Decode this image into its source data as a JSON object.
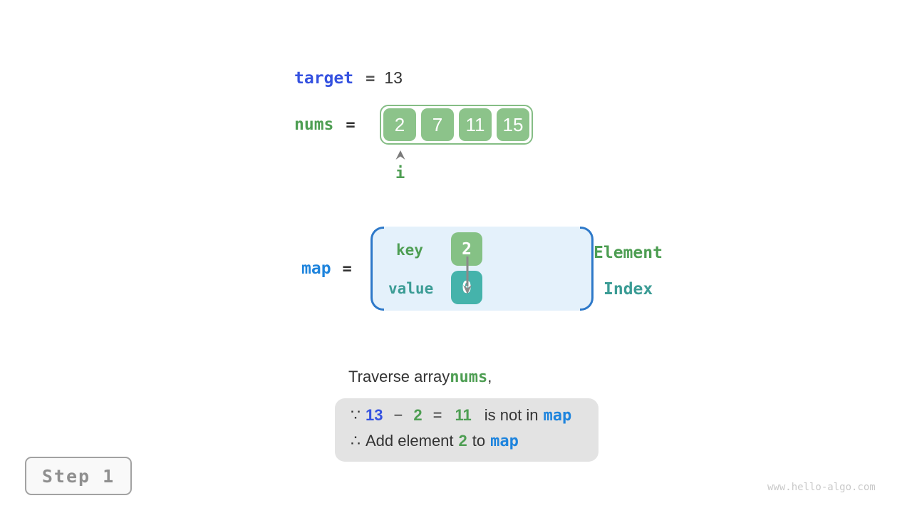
{
  "target_line": {
    "var": "target",
    "eq": "=",
    "value": "13"
  },
  "nums_line": {
    "var": "nums",
    "eq": "=",
    "cells": [
      "2",
      "7",
      "11",
      "15"
    ],
    "pointer": "i"
  },
  "map_line": {
    "var": "map",
    "eq": "=",
    "key_label": "key",
    "key_value": "2",
    "value_label": "value",
    "value_value": "0",
    "element_label": "Element",
    "index_label": "Index"
  },
  "caption": {
    "prefix": "Traverse array ",
    "nums": "nums",
    "suffix": ","
  },
  "note": {
    "line1": {
      "because": "∵",
      "minuend": "13",
      "minus": "−",
      "subtrahend": "2",
      "eq": "=",
      "difference": "11",
      "text": "is not in",
      "map": "map"
    },
    "line2": {
      "therefore": "∴",
      "text1": "Add element",
      "element": "2",
      "text2": "to",
      "map": "map"
    }
  },
  "step_badge": {
    "label": "Step 1"
  },
  "watermark": "www.hello-algo.com",
  "colors": {
    "indigo_blue": "#3552e0",
    "sky_blue": "#1e84dd",
    "green_text": "#4e9e53",
    "green_cell": "#8cc38a",
    "green_kv_box": "#85c185",
    "teal_text": "#3b9c95",
    "teal_kv_box": "#45b3ab",
    "map_box_bg": "#e4f1fb",
    "bracket_blue": "#2e79c9",
    "note_box_bg": "#e3e3e3",
    "dark_text": "#333333",
    "step_gray": "#8f8f8f",
    "watermark_gray": "#c9c9c9"
  }
}
